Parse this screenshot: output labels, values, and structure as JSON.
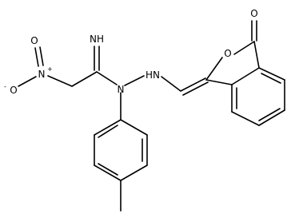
{
  "structure": {
    "atoms": {
      "imine_n": "NH",
      "hydrazine_n": "N",
      "hydrazine_nh": "HN",
      "nitro_n": "N",
      "nitro_n_charge": "+",
      "nitro_o_top": "O",
      "nitro_o_anion": "O",
      "nitro_o_charge": "-",
      "lactone_ring_o": "O",
      "carbonyl_o": "O"
    }
  },
  "colors": {
    "bond": "#000000",
    "label": "#000000",
    "background": "#ffffff"
  }
}
